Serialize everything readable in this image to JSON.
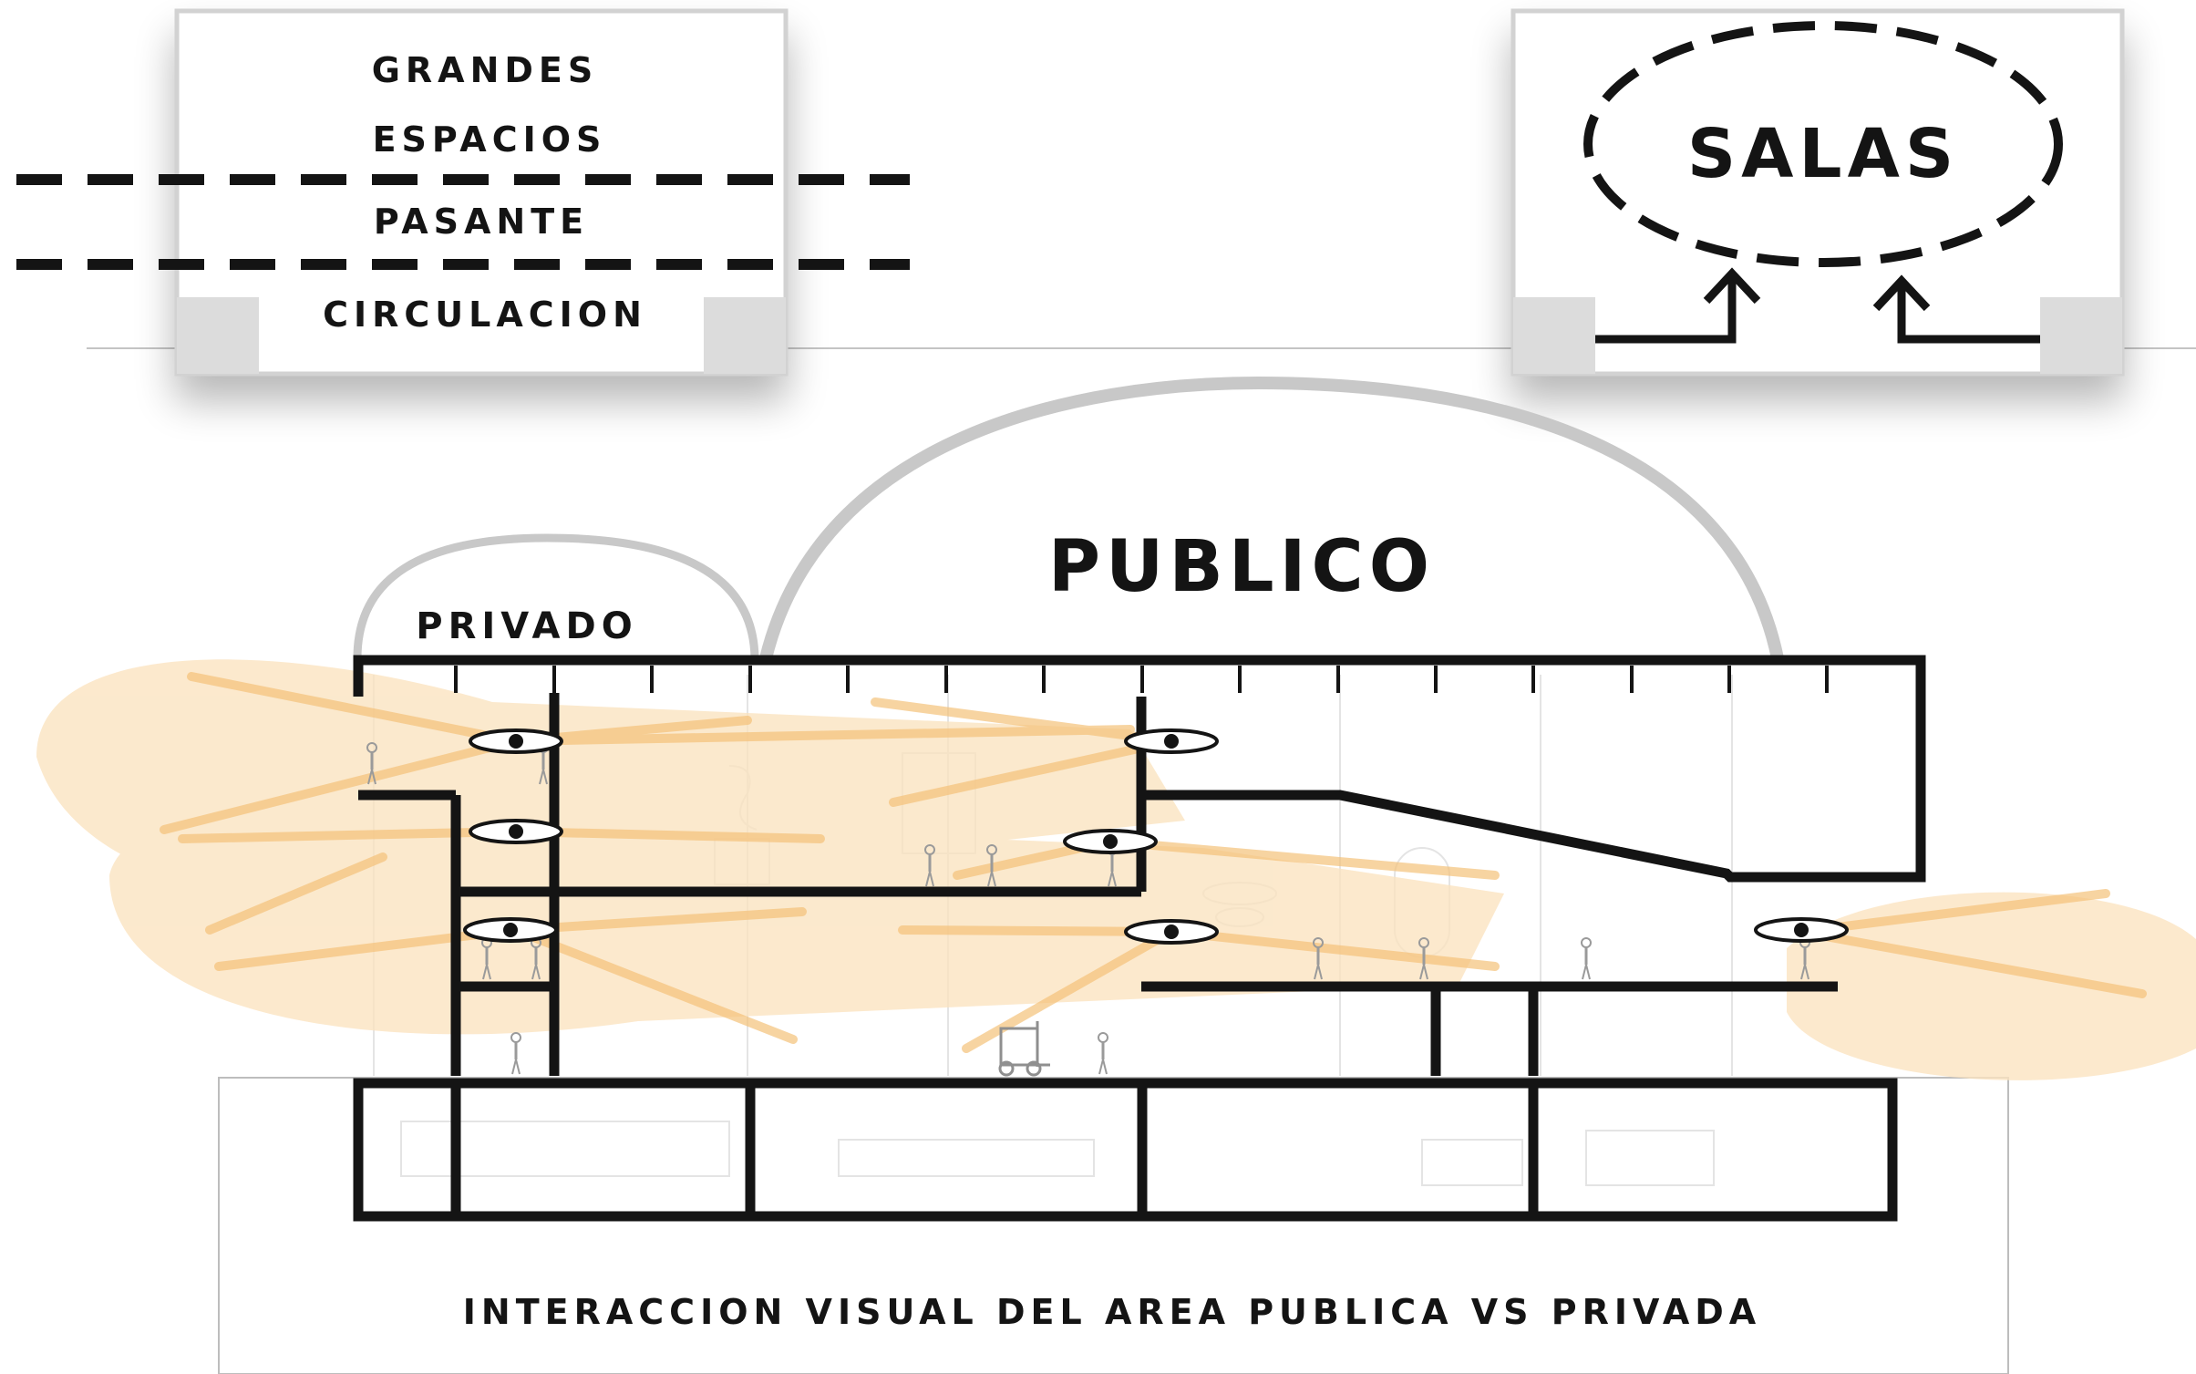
{
  "top_left_box": {
    "line_1": "GRANDES",
    "line_2": "ESPACIOS",
    "line_3": "PASANTE",
    "line_4": "CIRCULACION"
  },
  "top_right_box": {
    "label": "SALAS"
  },
  "section": {
    "public_label": "PUBLICO",
    "private_label": "PRIVADO",
    "caption": "INTERACCION VISUAL DEL AREA PUBLICA VS PRIVADA"
  },
  "colors": {
    "ink": "#141414",
    "accent_light": "#f9d49a",
    "accent_stroke": "#f5c27a",
    "gray_arc": "#c8c8c8",
    "gray_block": "#dcdcdc"
  },
  "icons": [
    "eye-icon",
    "arrow-up-icon",
    "forklift-icon",
    "person-figure-icon"
  ]
}
